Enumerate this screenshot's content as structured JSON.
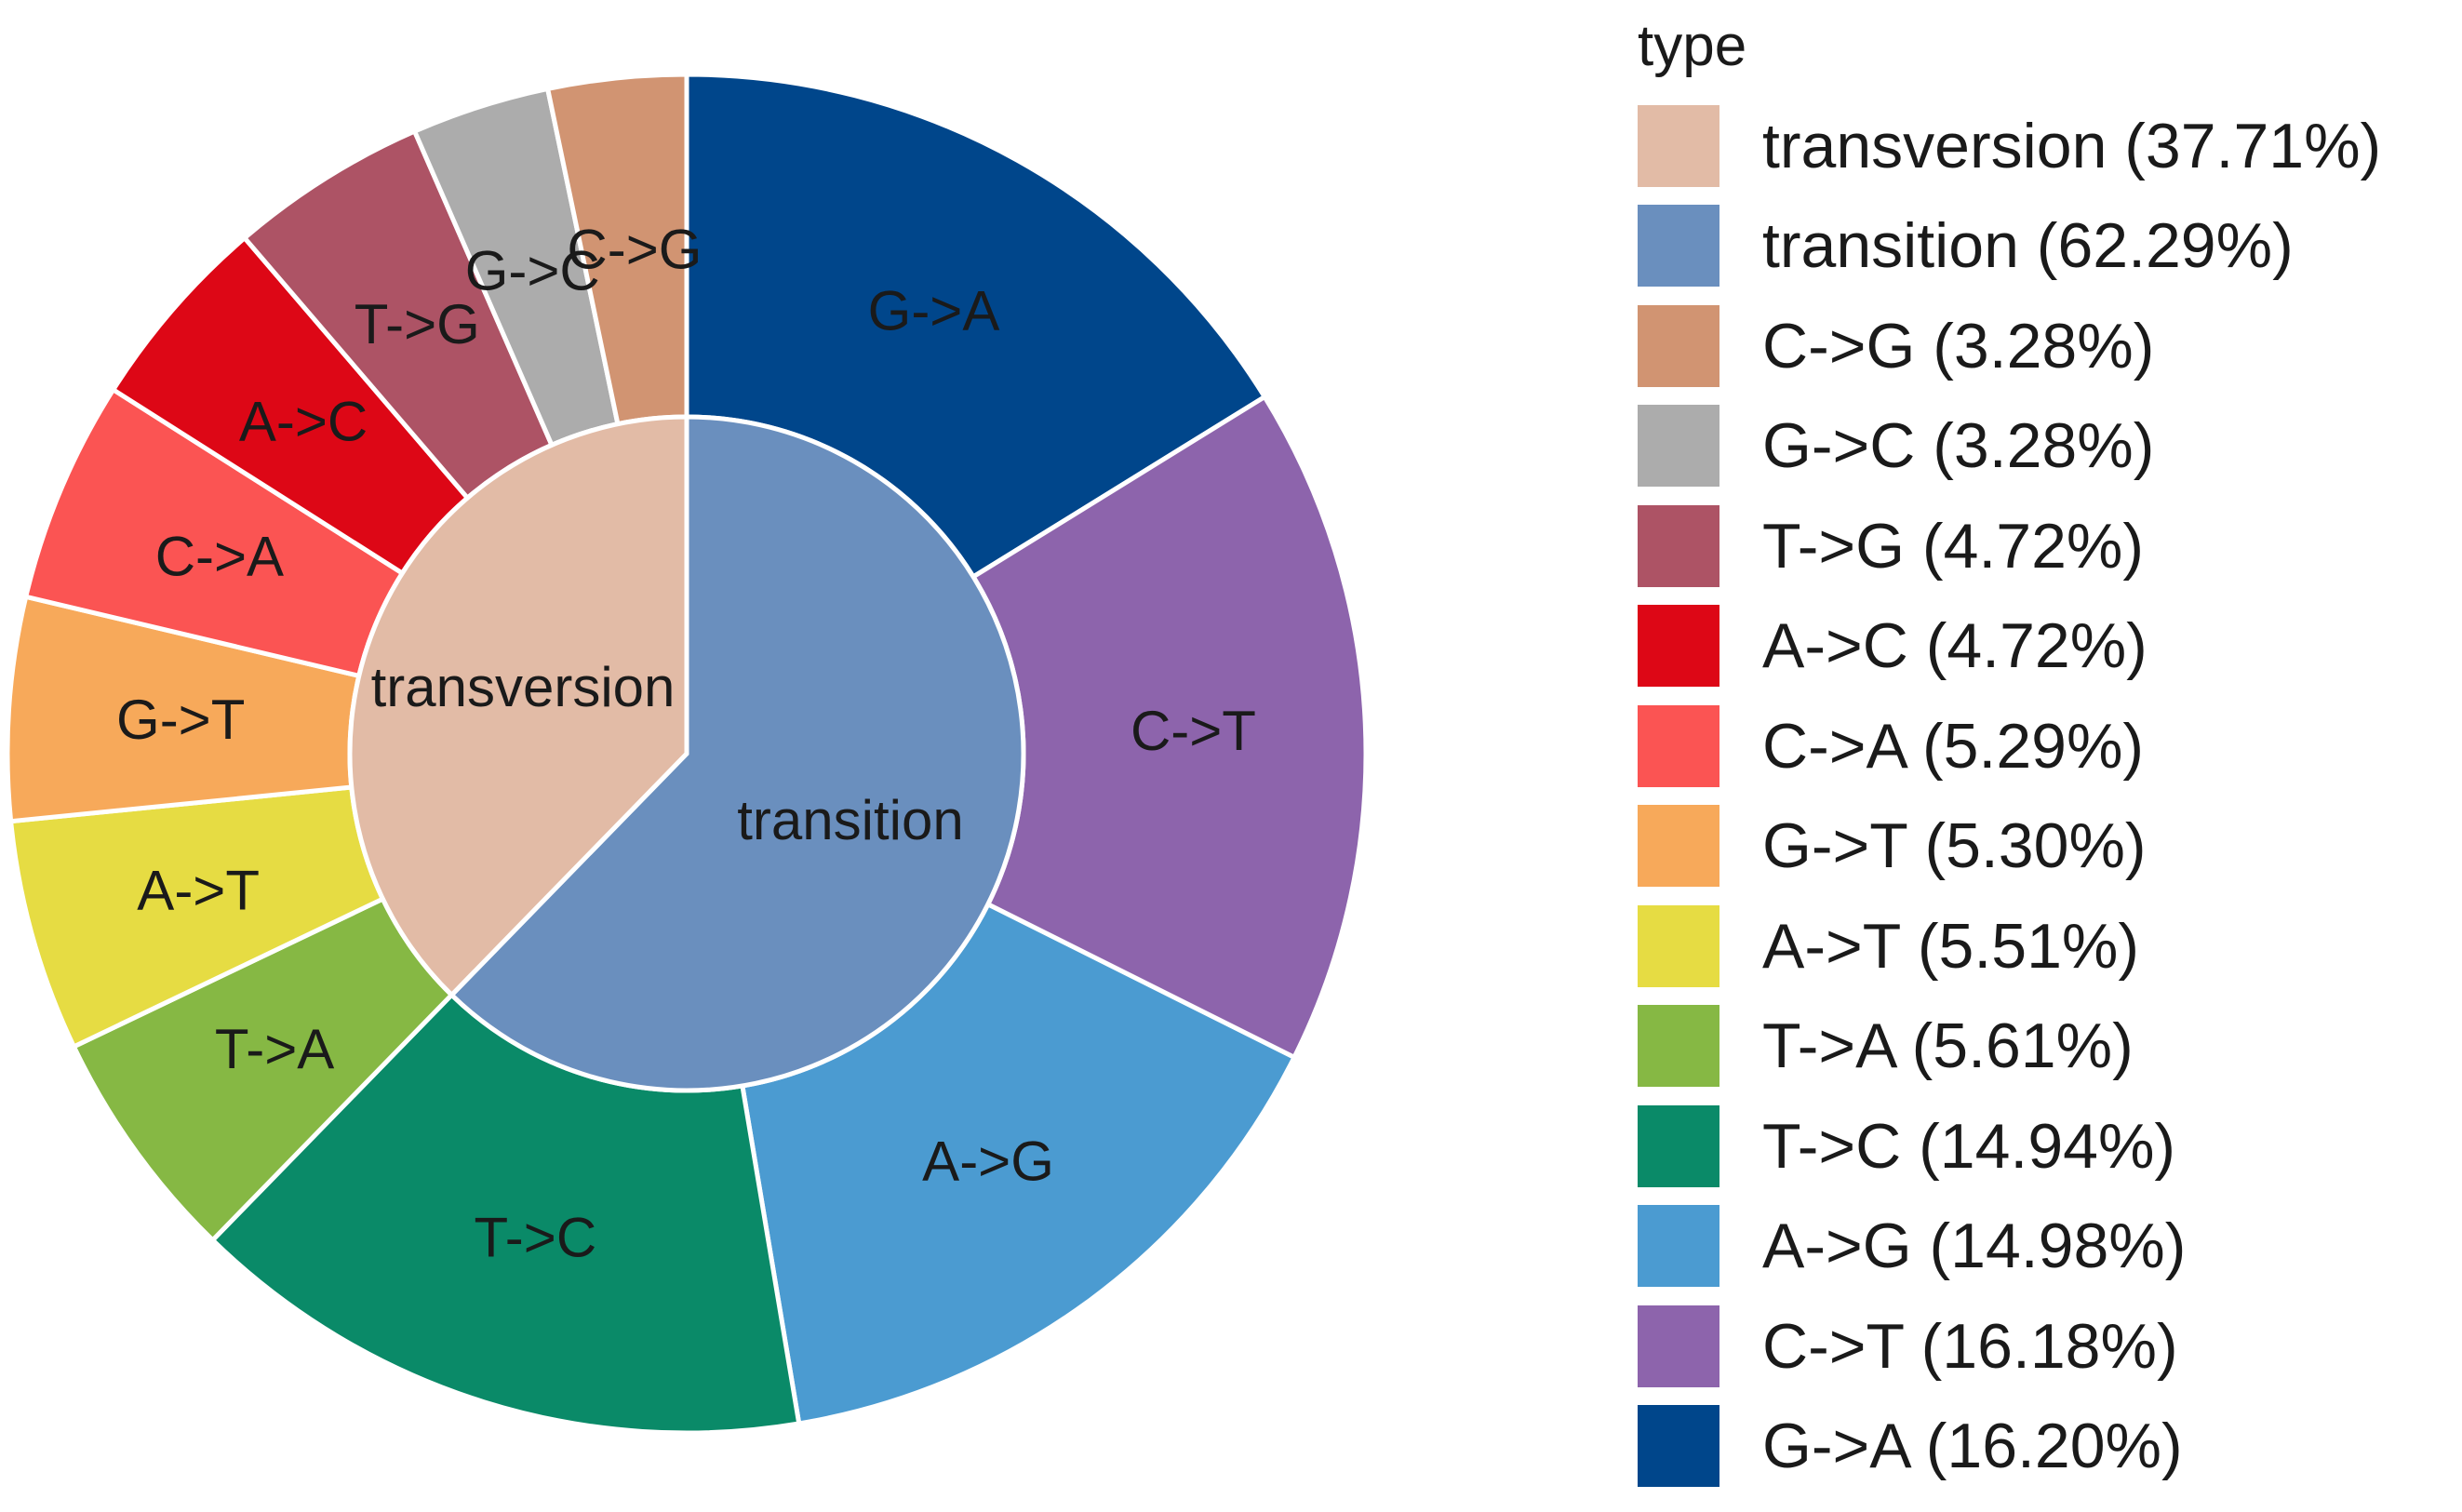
{
  "chart_data": {
    "type": "pie",
    "subtype": "nested-donut",
    "legend_title": "type",
    "legend_position": "right",
    "inner": [
      {
        "name": "transition",
        "value": 62.29,
        "color": "#6a8fbe",
        "legend": "transition (62.29%)"
      },
      {
        "name": "transversion",
        "value": 37.71,
        "color": "#e2bba6",
        "legend": "transversion (37.71%)"
      }
    ],
    "outer": [
      {
        "name": "G->A",
        "value": 16.2,
        "color": "#00468b",
        "legend": "G->A (16.20%)"
      },
      {
        "name": "C->T",
        "value": 16.18,
        "color": "#8d64ac",
        "legend": "C->T (16.18%)"
      },
      {
        "name": "A->G",
        "value": 14.98,
        "color": "#4b9bd1",
        "legend": "A->G (14.98%)"
      },
      {
        "name": "T->C",
        "value": 14.94,
        "color": "#0a8a68",
        "legend": "T->C (14.94%)"
      },
      {
        "name": "T->A",
        "value": 5.61,
        "color": "#86b844",
        "legend": "T->A (5.61%)"
      },
      {
        "name": "A->T",
        "value": 5.51,
        "color": "#e6dc43",
        "legend": "A->T (5.51%)"
      },
      {
        "name": "G->T",
        "value": 5.3,
        "color": "#f7a95a",
        "legend": "G->T (5.30%)"
      },
      {
        "name": "C->A",
        "value": 5.29,
        "color": "#fb5453",
        "legend": "C->A (5.29%)"
      },
      {
        "name": "A->C",
        "value": 4.72,
        "color": "#dd0716",
        "legend": "A->C (4.72%)"
      },
      {
        "name": "T->G",
        "value": 4.72,
        "color": "#ad5365",
        "legend": "T->G (4.72%)"
      },
      {
        "name": "G->C",
        "value": 3.28,
        "color": "#acacac",
        "legend": "G->C (3.28%)"
      },
      {
        "name": "C->G",
        "value": 3.28,
        "color": "#d19472",
        "legend": "C->G (3.28%)"
      }
    ],
    "legend_order": [
      "transversion",
      "transition",
      "C->G",
      "G->C",
      "T->G",
      "A->C",
      "C->A",
      "G->T",
      "A->T",
      "T->A",
      "T->C",
      "A->G",
      "C->T",
      "G->A"
    ]
  }
}
